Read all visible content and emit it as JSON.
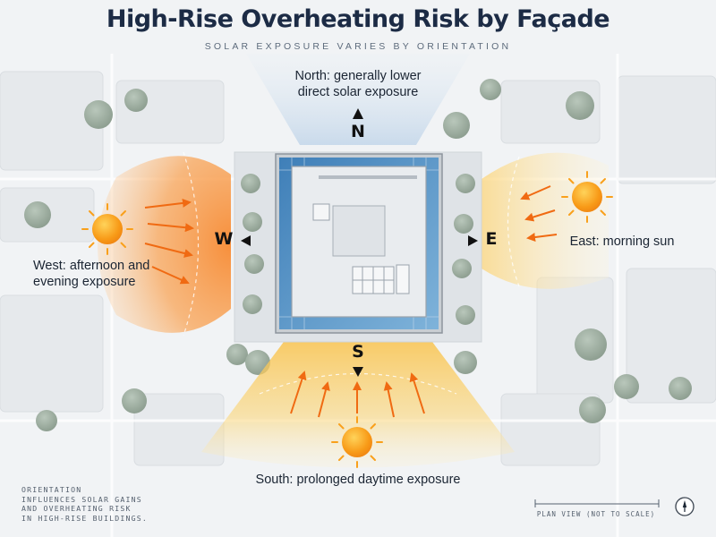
{
  "header": {
    "title": "High-Rise Overheating Risk by Façade",
    "subtitle": "SOLAR EXPOSURE VARIES BY ORIENTATION"
  },
  "orientations": {
    "north": {
      "letter": "N",
      "label_line1": "North: generally lower",
      "label_line2": "direct solar exposure"
    },
    "west": {
      "letter": "W",
      "label_line1": "West: afternoon and",
      "label_line2": "evening exposure"
    },
    "east": {
      "letter": "E",
      "label": "East: morning sun"
    },
    "south": {
      "letter": "S",
      "label": "South: prolonged daytime exposure"
    }
  },
  "footer": {
    "caption_line1": "ORIENTATION",
    "caption_line2": "INFLUENCES SOLAR GAINS",
    "caption_line3": "AND OVERHEATING RISK",
    "caption_line4": "IN HIGH-RISE BUILDINGS.",
    "scale_note": "PLAN VIEW (NOT TO SCALE)"
  },
  "icons": {
    "sun": "sun-icon",
    "arrow": "sun-ray-arrow-icon",
    "north": "north-arrow-icon",
    "compass": "compass-icon",
    "tree": "tree-icon"
  },
  "colors": {
    "west_exposure": "#f79a45",
    "south_exposure": "#fbd060",
    "east_exposure": "#fde6a3",
    "north_exposure": "#c7d9ea",
    "sun": "#f9a01b",
    "glazing": "#4c8fc4",
    "title": "#1c2b45"
  }
}
